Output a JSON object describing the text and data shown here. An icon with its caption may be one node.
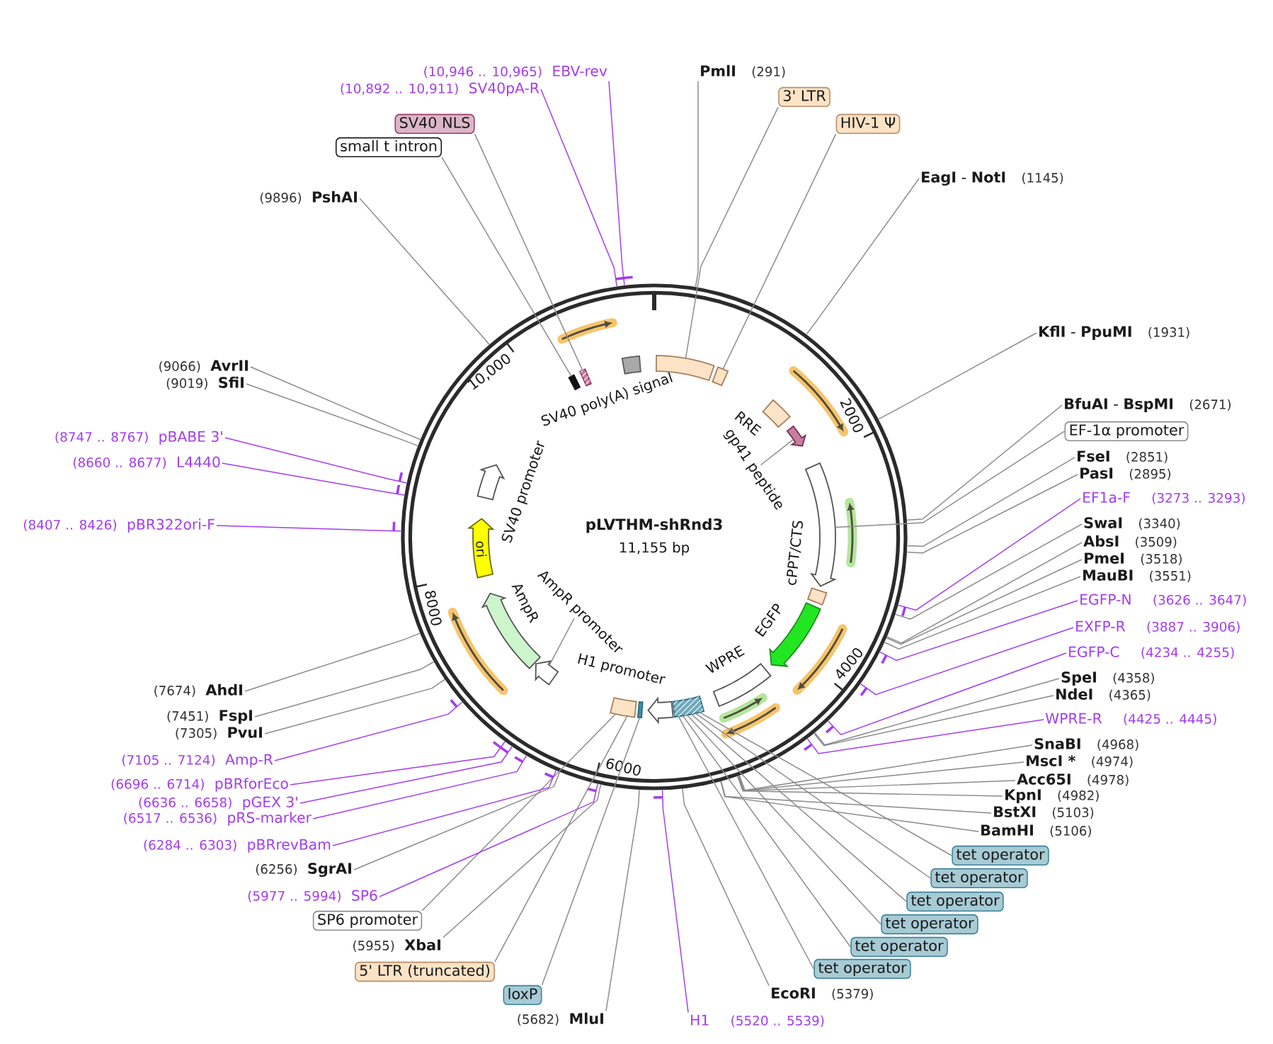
{
  "diagram": {
    "nodes": [
      {
        "text": [
          "pLVTHM-shRnd3",
          "11,155 bp"
        ]
      },
      {
        "text": [
          "SV40 poly(A) signal"
        ],
        "in": 0
      },
      {
        "text": [
          "RRE"
        ],
        "in": 0
      },
      {
        "text": [
          "gp41 peptide"
        ],
        "in": 0
      },
      {
        "text": [],
        "shape": "arrow",
        "in": 0
      },
      {
        "text": [
          "cPPT/CTS"
        ],
        "in": 0
      },
      {
        "text": [],
        "shape": "arrow",
        "in": 0
      },
      {
        "text": [
          "EGFP"
        ],
        "in": 0
      },
      {
        "text": [
          "WPRE"
        ],
        "in": 0
      },
      {
        "text": [],
        "shape": "box",
        "in": 0
      },
      {
        "text": [
          "H1 promoter"
        ],
        "in": 0
      },
      {
        "text": [],
        "shape": "bar",
        "in": 0
      },
      {
        "text": [],
        "shape": "box",
        "in": 0
      },
      {
        "text": [
          "AmpR promoter"
        ],
        "in": 0
      },
      {
        "text": [],
        "shape": "arrow",
        "in": 0
      },
      {
        "text": [
          "AmpR"
        ],
        "in": 0
      },
      {
        "text": [
          "ori"
        ],
        "in": 0
      },
      {
        "text": [
          "SV40 promoter"
        ],
        "in": 0
      },
      {
        "text": [],
        "shape": "bar",
        "in": 0
      },
      {
        "text": [],
        "shape": "bar",
        "in": 0
      },
      {
        "text": [],
        "shape": "bar",
        "in": 0
      },
      {
        "text": [],
        "shape": "box",
        "in": 0
      },
      {
        "text": [
          "PmlI",
          "(291)"
        ]
      },
      {
        "text": [
          "3' LTR"
        ]
      },
      {
        "text": [
          "HIV-1 Ψ"
        ]
      },
      {
        "text": [
          "**EagI** - **NotI**",
          "(1145)"
        ]
      },
      {
        "text": [
          "**KflI** - **PpuMI**",
          "(1931)"
        ]
      },
      {
        "text": [
          "**BfuAI** - **BspMI**",
          "(2671)"
        ]
      },
      {
        "text": [
          "EF-1α promoter"
        ]
      },
      {
        "text": [
          "FseI",
          "(2851)"
        ]
      },
      {
        "text": [
          "PasI",
          "(2895)"
        ]
      },
      {
        "text": [
          "EF1a-F",
          "(3273 .. 3293)"
        ]
      },
      {
        "text": [
          "SwaI",
          "(3340)"
        ]
      },
      {
        "text": [
          "AbsI",
          "(3509)"
        ]
      },
      {
        "text": [
          "PmeI",
          "(3518)"
        ]
      },
      {
        "text": [
          "MauBI",
          "(3551)"
        ]
      },
      {
        "text": [
          "EGFP-N",
          "(3626 .. 3647)"
        ]
      },
      {
        "text": [
          "EXFP-R",
          "(3887 .. 3906)"
        ]
      },
      {
        "text": [
          "EGFP-C",
          "(4234 .. 4255)"
        ]
      },
      {
        "text": [
          "SpeI",
          "(4358)"
        ]
      },
      {
        "text": [
          "NdeI",
          "(4365)"
        ]
      },
      {
        "text": [
          "WPRE-R",
          "(4425 .. 4445)"
        ]
      },
      {
        "text": [
          "SnaBI",
          "(4968)"
        ]
      },
      {
        "text": [
          "MscI *",
          "(4974)"
        ]
      },
      {
        "text": [
          "Acc65I",
          "(4978)"
        ]
      },
      {
        "text": [
          "KpnI",
          "(4982)"
        ]
      },
      {
        "text": [
          "BstXI",
          "(5103)"
        ]
      },
      {
        "text": [
          "BamHI",
          "(5106)"
        ]
      },
      {
        "text": [
          "tet operator"
        ]
      },
      {
        "text": [
          "tet operator"
        ]
      },
      {
        "text": [
          "tet operator"
        ]
      },
      {
        "text": [
          "tet operator"
        ]
      },
      {
        "text": [
          "tet operator"
        ]
      },
      {
        "text": [
          "tet operator"
        ]
      },
      {
        "text": [
          "EcoRI",
          "(5379)"
        ]
      },
      {
        "text": [
          "H1",
          "(5520 .. 5539)"
        ]
      },
      {
        "text": [
          "(5682)",
          "MluI"
        ]
      },
      {
        "text": [
          "loxP"
        ]
      },
      {
        "text": [
          "5' LTR (truncated)"
        ]
      },
      {
        "text": [
          "(5955)",
          "XbaI"
        ]
      },
      {
        "text": [
          "SP6 promoter"
        ]
      },
      {
        "text": [
          "(5977 .. 5994)",
          "SP6"
        ]
      },
      {
        "text": [
          "(6256)",
          "SgrAI"
        ]
      },
      {
        "text": [
          "(6284 .. 6303)",
          "pBRrevBam"
        ]
      },
      {
        "text": [
          "(6517 .. 6536)",
          "pRS-marker"
        ]
      },
      {
        "text": [
          "(6636 .. 6658)",
          "pGEX 3'"
        ]
      },
      {
        "text": [
          "(6696 .. 6714)",
          "pBRforEco"
        ]
      },
      {
        "text": [
          "(7105 .. 7124)",
          "Amp-R"
        ]
      },
      {
        "text": [
          "(7305)",
          "PvuI"
        ]
      },
      {
        "text": [
          "(7451)",
          "FspI"
        ]
      },
      {
        "text": [
          "(7674)",
          "AhdI"
        ]
      },
      {
        "text": [
          "(8407 .. 8426)",
          "pBR322ori-F"
        ]
      },
      {
        "text": [
          "(8660 .. 8677)",
          "L4440"
        ]
      },
      {
        "text": [
          "(8747 .. 8767)",
          "pBABE 3'"
        ]
      },
      {
        "text": [
          "(9019)",
          "SfiI"
        ]
      },
      {
        "text": [
          "(9066)",
          "AvrII"
        ]
      },
      {
        "text": [
          "(9896)",
          "PshAI"
        ]
      },
      {
        "text": [
          "small t intron"
        ]
      },
      {
        "text": [
          "SV40 NLS"
        ]
      },
      {
        "text": [
          "(10,892 .. 10,911)",
          "SV40pA-R"
        ]
      },
      {
        "text": [
          "(10,946 .. 10,965)",
          "EBV-rev"
        ]
      }
    ],
    "edges": [
      {
        "from": 3,
        "to": 4,
        "arrow": "none"
      },
      {
        "from": 13,
        "to": 14,
        "arrow": "none"
      },
      {
        "from": 22,
        "to": 0,
        "arrow": "none"
      },
      {
        "from": 23,
        "to": 20,
        "arrow": "none"
      },
      {
        "from": 24,
        "to": 21,
        "arrow": "none"
      },
      {
        "from": 25,
        "to": 0,
        "arrow": "none"
      },
      {
        "from": 26,
        "to": 0,
        "arrow": "none"
      },
      {
        "from": 27,
        "to": 0,
        "arrow": "none"
      },
      {
        "from": 28,
        "to": 6,
        "arrow": "none"
      },
      {
        "from": 29,
        "to": 0,
        "arrow": "none"
      },
      {
        "from": 30,
        "to": 0,
        "arrow": "none"
      },
      {
        "from": 31,
        "to": 0,
        "arrow": "none",
        "color": "#a23cf0"
      },
      {
        "from": 32,
        "to": 0,
        "arrow": "none"
      },
      {
        "from": 33,
        "to": 0,
        "arrow": "none"
      },
      {
        "from": 34,
        "to": 0,
        "arrow": "none"
      },
      {
        "from": 35,
        "to": 0,
        "arrow": "none"
      },
      {
        "from": 36,
        "to": 0,
        "arrow": "none",
        "color": "#a23cf0"
      },
      {
        "from": 37,
        "to": 0,
        "arrow": "none",
        "color": "#a23cf0"
      },
      {
        "from": 38,
        "to": 0,
        "arrow": "none",
        "color": "#a23cf0"
      },
      {
        "from": 39,
        "to": 0,
        "arrow": "none"
      },
      {
        "from": 40,
        "to": 0,
        "arrow": "none"
      },
      {
        "from": 41,
        "to": 0,
        "arrow": "none",
        "color": "#a23cf0"
      },
      {
        "from": 42,
        "to": 0,
        "arrow": "none"
      },
      {
        "from": 43,
        "to": 0,
        "arrow": "none"
      },
      {
        "from": 44,
        "to": 0,
        "arrow": "none"
      },
      {
        "from": 45,
        "to": 0,
        "arrow": "none"
      },
      {
        "from": 46,
        "to": 0,
        "arrow": "none"
      },
      {
        "from": 47,
        "to": 0,
        "arrow": "none"
      },
      {
        "from": 48,
        "to": 9,
        "arrow": "none"
      },
      {
        "from": 49,
        "to": 9,
        "arrow": "none"
      },
      {
        "from": 50,
        "to": 9,
        "arrow": "none"
      },
      {
        "from": 51,
        "to": 9,
        "arrow": "none"
      },
      {
        "from": 52,
        "to": 9,
        "arrow": "none"
      },
      {
        "from": 53,
        "to": 9,
        "arrow": "none"
      },
      {
        "from": 54,
        "to": 0,
        "arrow": "none"
      },
      {
        "from": 55,
        "to": 0,
        "arrow": "none",
        "color": "#a23cf0"
      },
      {
        "from": 56,
        "to": 0,
        "arrow": "none"
      },
      {
        "from": 57,
        "to": 11,
        "arrow": "none"
      },
      {
        "from": 58,
        "to": 12,
        "arrow": "none"
      },
      {
        "from": 59,
        "to": 0,
        "arrow": "none"
      },
      {
        "from": 60,
        "to": 12,
        "arrow": "none"
      },
      {
        "from": 61,
        "to": 0,
        "arrow": "none",
        "color": "#a23cf0"
      },
      {
        "from": 62,
        "to": 0,
        "arrow": "none"
      },
      {
        "from": 63,
        "to": 0,
        "arrow": "none",
        "color": "#a23cf0"
      },
      {
        "from": 64,
        "to": 0,
        "arrow": "none",
        "color": "#a23cf0"
      },
      {
        "from": 65,
        "to": 0,
        "arrow": "none",
        "color": "#a23cf0"
      },
      {
        "from": 66,
        "to": 0,
        "arrow": "none",
        "color": "#a23cf0"
      },
      {
        "from": 67,
        "to": 0,
        "arrow": "none",
        "color": "#a23cf0"
      },
      {
        "from": 68,
        "to": 0,
        "arrow": "none"
      },
      {
        "from": 69,
        "to": 0,
        "arrow": "none"
      },
      {
        "from": 70,
        "to": 0,
        "arrow": "none"
      },
      {
        "from": 71,
        "to": 0,
        "arrow": "none",
        "color": "#a23cf0"
      },
      {
        "from": 72,
        "to": 0,
        "arrow": "none",
        "color": "#a23cf0"
      },
      {
        "from": 73,
        "to": 0,
        "arrow": "none",
        "color": "#a23cf0"
      },
      {
        "from": 74,
        "to": 0,
        "arrow": "none"
      },
      {
        "from": 75,
        "to": 0,
        "arrow": "none"
      },
      {
        "from": 76,
        "to": 0,
        "arrow": "none"
      },
      {
        "from": 77,
        "to": 18,
        "arrow": "none"
      },
      {
        "from": 78,
        "to": 19,
        "arrow": "none"
      },
      {
        "from": 79,
        "to": 0,
        "arrow": "none",
        "color": "#a23cf0"
      },
      {
        "from": 80,
        "to": 0,
        "arrow": "none",
        "color": "#a23cf0"
      }
    ],
    "labels": [
      "10,000",
      "2000",
      "8000",
      "4000",
      "6000"
    ]
  }
}
